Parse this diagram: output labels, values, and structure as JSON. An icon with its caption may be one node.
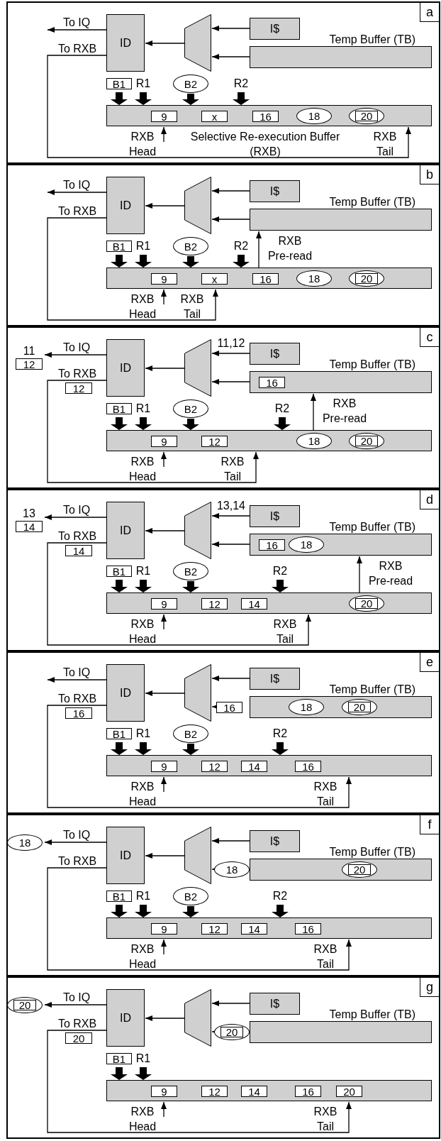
{
  "diagram": {
    "nodes": [
      {
        "text": [
          "a"
        ]
      },
      {
        "text": [
          "ID"
        ],
        "in": 0
      },
      {
        "text": [],
        "shape": "trapezoid",
        "in": 0
      },
      {
        "text": [
          "I$"
        ],
        "in": 0
      },
      {
        "text": [
          "Temp Buffer (TB)"
        ],
        "in": 0
      },
      {
        "text": [
          "Selective Re-execution Buffer (RXB)"
        ],
        "in": 0,
        "beside": [
          "RXB Tail"
        ]
      },
      {
        "text": [
          "B1"
        ],
        "in": 0
      },
      {
        "text": [
          "R1"
        ],
        "in": 0
      },
      {
        "text": [
          "B2"
        ],
        "in": 0
      },
      {
        "text": [
          "R2"
        ],
        "in": 0
      },
      {
        "text": [
          "RXB Head"
        ],
        "in": 0
      },
      {
        "text": [
          "9"
        ],
        "in": 5
      },
      {
        "text": [
          "x"
        ],
        "in": 5
      },
      {
        "text": [
          "16"
        ],
        "in": 5
      },
      {
        "text": [
          "18"
        ],
        "in": 5
      },
      {
        "text": [
          "20"
        ],
        "in": 5
      },
      {
        "text": [
          "b"
        ]
      },
      {
        "text": [
          "ID"
        ],
        "in": 16
      },
      {
        "text": [],
        "shape": "trapezoid",
        "in": 16
      },
      {
        "text": [
          "I$"
        ],
        "in": 16
      },
      {
        "text": [
          "Temp Buffer (TB)"
        ],
        "in": 16
      },
      {
        "text": [],
        "shape": "box",
        "in": 16,
        "beside": [
          "RXB Tail"
        ]
      },
      {
        "text": [
          "B1"
        ],
        "in": 16
      },
      {
        "text": [
          "R1"
        ],
        "in": 16
      },
      {
        "text": [
          "B2"
        ],
        "in": 16
      },
      {
        "text": [
          "R2"
        ],
        "in": 16
      },
      {
        "text": [
          "RXB Head"
        ],
        "in": 16
      },
      {
        "text": [
          "9"
        ],
        "in": 21
      },
      {
        "text": [
          "x"
        ],
        "in": 21
      },
      {
        "text": [
          "16"
        ],
        "in": 21
      },
      {
        "text": [
          "18"
        ],
        "in": 21
      },
      {
        "text": [
          "20"
        ],
        "in": 21
      },
      {
        "text": [
          "c"
        ]
      },
      {
        "text": [
          "ID"
        ],
        "in": 32
      },
      {
        "text": [],
        "shape": "trapezoid",
        "in": 32
      },
      {
        "text": [
          "I$"
        ],
        "in": 32
      },
      {
        "text": [
          "Temp Buffer (TB)"
        ],
        "in": 32
      },
      {
        "text": [],
        "shape": "box",
        "in": 32,
        "beside": [
          "RXB Tail"
        ]
      },
      {
        "text": [
          "B1"
        ],
        "in": 32
      },
      {
        "text": [
          "R1"
        ],
        "in": 32
      },
      {
        "text": [
          "B2"
        ],
        "in": 32
      },
      {
        "text": [
          "R2"
        ],
        "in": 32
      },
      {
        "text": [
          "RXB Head"
        ],
        "in": 32
      },
      {
        "text": [
          "16"
        ],
        "in": 36
      },
      {
        "text": [
          "9"
        ],
        "in": 37
      },
      {
        "text": [
          "12"
        ],
        "in": 37
      },
      {
        "text": [
          "18"
        ],
        "in": 37
      },
      {
        "text": [
          "20"
        ],
        "in": 37
      },
      {
        "text": [
          "11"
        ],
        "in": 32
      },
      {
        "text": [
          "12"
        ],
        "in": 32
      },
      {
        "text": [
          "12"
        ],
        "in": 32
      },
      {
        "text": [
          "d"
        ]
      },
      {
        "text": [
          "ID"
        ],
        "in": 51
      },
      {
        "text": [],
        "shape": "trapezoid",
        "in": 51
      },
      {
        "text": [
          "I$"
        ],
        "in": 51
      },
      {
        "text": [
          "Temp Buffer (TB)"
        ],
        "in": 51
      },
      {
        "text": [],
        "shape": "box",
        "in": 51,
        "beside": [
          "RXB Tail"
        ]
      },
      {
        "text": [
          "B1"
        ],
        "in": 51
      },
      {
        "text": [
          "R1"
        ],
        "in": 51
      },
      {
        "text": [
          "B2"
        ],
        "in": 51
      },
      {
        "text": [
          "R2"
        ],
        "in": 51
      },
      {
        "text": [
          "RXB Head"
        ],
        "in": 51
      },
      {
        "text": [
          "16"
        ],
        "in": 55
      },
      {
        "text": [
          "18"
        ],
        "in": 55
      },
      {
        "text": [
          "9"
        ],
        "in": 56
      },
      {
        "text": [
          "12"
        ],
        "in": 56
      },
      {
        "text": [
          "14"
        ],
        "in": 56
      },
      {
        "text": [
          "20"
        ],
        "in": 56
      },
      {
        "text": [
          "13"
        ],
        "in": 51
      },
      {
        "text": [
          "14"
        ],
        "in": 51
      },
      {
        "text": [
          "14"
        ],
        "in": 51
      },
      {
        "text": [
          "e"
        ]
      },
      {
        "text": [
          "ID"
        ],
        "in": 71
      },
      {
        "text": [],
        "shape": "trapezoid",
        "in": 71
      },
      {
        "text": [
          "I$"
        ],
        "in": 71
      },
      {
        "text": [
          "Temp Buffer (TB)"
        ],
        "in": 71
      },
      {
        "text": [],
        "shape": "box",
        "in": 71,
        "beside": [
          "RXB Tail"
        ]
      },
      {
        "text": [
          "B1"
        ],
        "in": 71
      },
      {
        "text": [
          "R1"
        ],
        "in": 71
      },
      {
        "text": [
          "B2"
        ],
        "in": 71
      },
      {
        "text": [
          "R2"
        ],
        "in": 71
      },
      {
        "text": [
          "RXB Head"
        ],
        "in": 71
      },
      {
        "text": [
          "16"
        ],
        "in": 71
      },
      {
        "text": [
          "18"
        ],
        "in": 75
      },
      {
        "text": [
          "20"
        ],
        "in": 75
      },
      {
        "text": [
          "9"
        ],
        "in": 76
      },
      {
        "text": [
          "12"
        ],
        "in": 76
      },
      {
        "text": [
          "14"
        ],
        "in": 76
      },
      {
        "text": [
          "16"
        ],
        "in": 76
      },
      {
        "text": [
          "16"
        ],
        "in": 71
      },
      {
        "text": [
          "f"
        ]
      },
      {
        "text": [
          "ID"
        ],
        "in": 90
      },
      {
        "text": [],
        "shape": "trapezoid",
        "in": 90
      },
      {
        "text": [
          "I$"
        ],
        "in": 90
      },
      {
        "text": [
          "Temp Buffer (TB)"
        ],
        "in": 90
      },
      {
        "text": [],
        "shape": "box",
        "in": 90,
        "beside": [
          "RXB Tail"
        ]
      },
      {
        "text": [
          "B1"
        ],
        "in": 90
      },
      {
        "text": [
          "R1"
        ],
        "in": 90
      },
      {
        "text": [
          "B2"
        ],
        "in": 90
      },
      {
        "text": [
          "R2"
        ],
        "in": 90
      },
      {
        "text": [
          "RXB Head"
        ],
        "in": 90
      },
      {
        "text": [
          "18"
        ],
        "in": 90
      },
      {
        "text": [
          "20"
        ],
        "in": 94
      },
      {
        "text": [
          "9"
        ],
        "in": 95
      },
      {
        "text": [
          "12"
        ],
        "in": 95
      },
      {
        "text": [
          "14"
        ],
        "in": 95
      },
      {
        "text": [
          "16"
        ],
        "in": 95
      },
      {
        "text": [
          "18"
        ],
        "in": 90
      },
      {
        "text": [
          "g"
        ]
      },
      {
        "text": [
          "ID"
        ],
        "in": 108
      },
      {
        "text": [],
        "shape": "trapezoid",
        "in": 108
      },
      {
        "text": [
          "I$"
        ],
        "in": 108
      },
      {
        "text": [
          "Temp Buffer (TB)"
        ],
        "in": 108
      },
      {
        "text": [],
        "shape": "box",
        "in": 108,
        "beside": [
          "RXB Tail"
        ]
      },
      {
        "text": [
          "B1"
        ],
        "in": 108
      },
      {
        "text": [
          "R1"
        ],
        "in": 108
      },
      {
        "text": [
          "RXB Head"
        ],
        "in": 108
      },
      {
        "text": [
          "20"
        ],
        "in": 108
      },
      {
        "text": [
          "9"
        ],
        "in": 113
      },
      {
        "text": [
          "12"
        ],
        "in": 113
      },
      {
        "text": [
          "14"
        ],
        "in": 113
      },
      {
        "text": [
          "16"
        ],
        "in": 113
      },
      {
        "text": [
          "20"
        ],
        "in": 113
      },
      {
        "text": [
          "20"
        ],
        "in": 108
      },
      {
        "text": [
          "20"
        ],
        "in": 108
      }
    ],
    "edges": [
      {
        "from": 3,
        "to": 2,
        "arrow": "to"
      },
      {
        "from": 4,
        "to": 2,
        "arrow": "to"
      },
      {
        "from": 2,
        "to": 1,
        "arrow": "to"
      },
      {
        "from": 1,
        "to": null,
        "arrow": "to",
        "label": "To IQ"
      },
      {
        "from": 1,
        "to": 5,
        "arrow": "to",
        "label": "To RXB"
      },
      {
        "from": 6,
        "to": 5,
        "arrow": "to",
        "style": "thick"
      },
      {
        "from": 7,
        "to": 5,
        "arrow": "to",
        "style": "thick"
      },
      {
        "from": 8,
        "to": 5,
        "arrow": "to",
        "style": "thick"
      },
      {
        "from": 9,
        "to": 5,
        "arrow": "to",
        "style": "thick"
      },
      {
        "from": 10,
        "to": 5,
        "arrow": "to"
      },
      {
        "from": 19,
        "to": 18,
        "arrow": "to"
      },
      {
        "from": 20,
        "to": 18,
        "arrow": "to"
      },
      {
        "from": 18,
        "to": 17,
        "arrow": "to"
      },
      {
        "from": 17,
        "to": null,
        "arrow": "to",
        "label": "To IQ"
      },
      {
        "from": 17,
        "to": 21,
        "arrow": "to",
        "label": "To RXB"
      },
      {
        "from": 22,
        "to": 21,
        "arrow": "to",
        "style": "thick"
      },
      {
        "from": 23,
        "to": 21,
        "arrow": "to",
        "style": "thick"
      },
      {
        "from": 24,
        "to": 21,
        "arrow": "to",
        "style": "thick"
      },
      {
        "from": 25,
        "to": 21,
        "arrow": "to",
        "style": "thick"
      },
      {
        "from": 26,
        "to": 21,
        "arrow": "to"
      },
      {
        "from": 21,
        "to": 20,
        "arrow": "to",
        "label": "RXB Pre-read"
      },
      {
        "from": 35,
        "to": 34,
        "arrow": "to",
        "label": "11,12"
      },
      {
        "from": 36,
        "to": 34,
        "arrow": "to"
      },
      {
        "from": 34,
        "to": 33,
        "arrow": "to"
      },
      {
        "from": 33,
        "to": 48,
        "arrow": "to",
        "label": "To IQ"
      },
      {
        "from": 33,
        "to": 37,
        "arrow": "to",
        "label": "To RXB"
      },
      {
        "from": 38,
        "to": 37,
        "arrow": "to",
        "style": "thick"
      },
      {
        "from": 39,
        "to": 37,
        "arrow": "to",
        "style": "thick"
      },
      {
        "from": 40,
        "to": 37,
        "arrow": "to",
        "style": "thick"
      },
      {
        "from": 41,
        "to": 37,
        "arrow": "to",
        "style": "thick"
      },
      {
        "from": 42,
        "to": 37,
        "arrow": "to"
      },
      {
        "from": 37,
        "to": 36,
        "arrow": "to",
        "label": "RXB Pre-read"
      },
      {
        "from": 54,
        "to": 53,
        "arrow": "to",
        "label": "13,14"
      },
      {
        "from": 55,
        "to": 53,
        "arrow": "to"
      },
      {
        "from": 53,
        "to": 52,
        "arrow": "to"
      },
      {
        "from": 52,
        "to": 68,
        "arrow": "to",
        "label": "To IQ"
      },
      {
        "from": 52,
        "to": 56,
        "arrow": "to",
        "label": "To RXB"
      },
      {
        "from": 57,
        "to": 56,
        "arrow": "to",
        "style": "thick"
      },
      {
        "from": 58,
        "to": 56,
        "arrow": "to",
        "style": "thick"
      },
      {
        "from": 59,
        "to": 56,
        "arrow": "to",
        "style": "thick"
      },
      {
        "from": 60,
        "to": 56,
        "arrow": "to",
        "style": "thick"
      },
      {
        "from": 61,
        "to": 56,
        "arrow": "to"
      },
      {
        "from": 56,
        "to": 55,
        "arrow": "to",
        "label": "RXB Pre-read"
      },
      {
        "from": 74,
        "to": 73,
        "arrow": "to"
      },
      {
        "from": 82,
        "to": 73,
        "arrow": "to"
      },
      {
        "from": 73,
        "to": 72,
        "arrow": "to"
      },
      {
        "from": 72,
        "to": null,
        "arrow": "to",
        "label": "To IQ"
      },
      {
        "from": 72,
        "to": 76,
        "arrow": "to",
        "label": "To RXB"
      },
      {
        "from": 77,
        "to": 76,
        "arrow": "to",
        "style": "thick"
      },
      {
        "from": 78,
        "to": 76,
        "arrow": "to",
        "style": "thick"
      },
      {
        "from": 79,
        "to": 76,
        "arrow": "to",
        "style": "thick"
      },
      {
        "from": 80,
        "to": 76,
        "arrow": "to",
        "style": "thick"
      },
      {
        "from": 81,
        "to": 76,
        "arrow": "to"
      },
      {
        "from": 93,
        "to": 92,
        "arrow": "to"
      },
      {
        "from": 101,
        "to": 92,
        "arrow": "to"
      },
      {
        "from": 92,
        "to": 91,
        "arrow": "to"
      },
      {
        "from": 91,
        "to": 107,
        "arrow": "to",
        "label": "To IQ"
      },
      {
        "from": 91,
        "to": 95,
        "arrow": "to",
        "label": "To RXB"
      },
      {
        "from": 96,
        "to": 95,
        "arrow": "to",
        "style": "thick"
      },
      {
        "from": 97,
        "to": 95,
        "arrow": "to",
        "style": "thick"
      },
      {
        "from": 98,
        "to": 95,
        "arrow": "to",
        "style": "thick"
      },
      {
        "from": 99,
        "to": 95,
        "arrow": "to",
        "style": "thick"
      },
      {
        "from": 100,
        "to": 95,
        "arrow": "to"
      },
      {
        "from": 111,
        "to": 110,
        "arrow": "to"
      },
      {
        "from": 117,
        "to": 110,
        "arrow": "to"
      },
      {
        "from": 110,
        "to": 109,
        "arrow": "to"
      },
      {
        "from": 109,
        "to": 123,
        "arrow": "to",
        "label": "To IQ"
      },
      {
        "from": 109,
        "to": 113,
        "arrow": "to",
        "label": "To RXB"
      },
      {
        "from": 114,
        "to": 113,
        "arrow": "to",
        "style": "thick"
      },
      {
        "from": 115,
        "to": 113,
        "arrow": "to",
        "style": "thick"
      },
      {
        "from": 116,
        "to": 113,
        "arrow": "to"
      }
    ]
  }
}
